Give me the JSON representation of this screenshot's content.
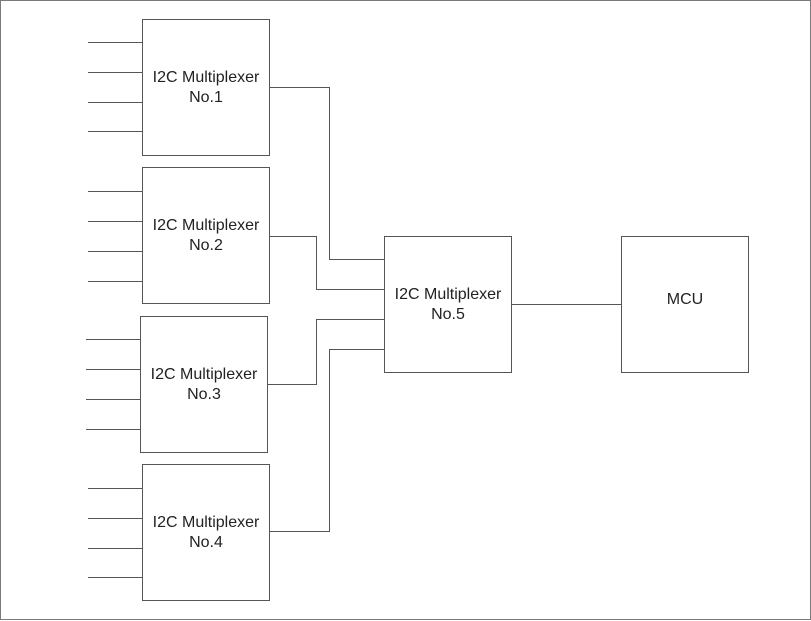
{
  "diagram": {
    "mux1": {
      "line1": "I2C Multiplexer",
      "line2": "No.1"
    },
    "mux2": {
      "line1": "I2C Multiplexer",
      "line2": "No.2"
    },
    "mux3": {
      "line1": "I2C Multiplexer",
      "line2": "No.3"
    },
    "mux4": {
      "line1": "I2C Multiplexer",
      "line2": "No.4"
    },
    "mux5": {
      "line1": "I2C Multiplexer",
      "line2": "No.5"
    },
    "mcu": {
      "label": "MCU"
    }
  },
  "colors": {
    "stroke": "#555555",
    "frame": "#7a7a7a",
    "text": "#222222"
  }
}
